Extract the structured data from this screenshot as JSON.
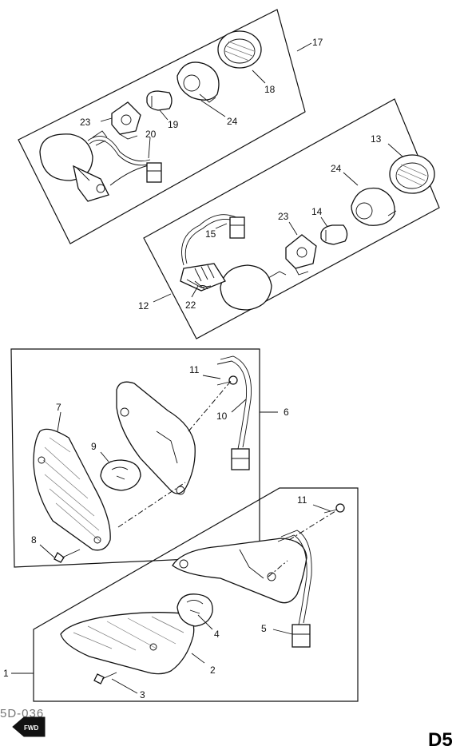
{
  "labels": {
    "p1": "1",
    "p2": "2",
    "p3": "3",
    "p4": "4",
    "p5": "5",
    "p6": "6",
    "p7": "7",
    "p8": "8",
    "p9": "9",
    "p10": "10",
    "p11a": "11",
    "p11b": "11",
    "p12": "12",
    "p13": "13",
    "p14": "14",
    "p15": "15",
    "p17": "17",
    "p18": "18",
    "p19": "19",
    "p20": "20",
    "p22": "22",
    "p23a": "23",
    "p23b": "23",
    "p24a": "24",
    "p24b": "24"
  },
  "diagram_code": "5D-036",
  "page_label": "D5",
  "fwd_badge": "FWD",
  "colors": {
    "ink": "#111111",
    "paper": "#ffffff",
    "code_grey": "#777777"
  }
}
